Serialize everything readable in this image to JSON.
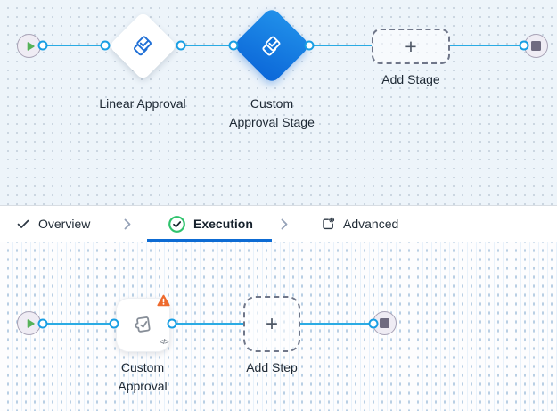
{
  "stage_canvas": {
    "nodes": [
      {
        "id": "start",
        "type": "start-node",
        "icon": "play-icon"
      },
      {
        "id": "linear-approval",
        "type": "stage-diamond",
        "icon": "stage-check-icon",
        "label": "Linear Approval",
        "selected": false
      },
      {
        "id": "custom-approval-stage",
        "type": "stage-diamond",
        "icon": "stage-check-icon",
        "label": "Custom Approval Stage",
        "selected": true
      },
      {
        "id": "add-stage",
        "type": "add-placeholder",
        "plus": "+",
        "label": "Add Stage"
      },
      {
        "id": "end",
        "type": "end-node",
        "icon": "stop-icon"
      }
    ]
  },
  "tab_bar": {
    "separator": "›",
    "tabs": [
      {
        "id": "overview",
        "label": "Overview",
        "icon": "check-icon",
        "active": false
      },
      {
        "id": "execution",
        "label": "Execution",
        "icon": "check-circle-icon",
        "active": true
      },
      {
        "id": "advanced",
        "label": "Advanced",
        "icon": "settings-square-icon",
        "active": false
      }
    ]
  },
  "step_canvas": {
    "nodes": [
      {
        "id": "start",
        "type": "start-node",
        "icon": "play-icon"
      },
      {
        "id": "custom-approval",
        "type": "step-card",
        "icon": "approval-task-icon",
        "label": "Custom Approval",
        "has_warning": true,
        "warning_icon": "warning-icon",
        "code_badge": "</>"
      },
      {
        "id": "add-step",
        "type": "add-placeholder",
        "plus": "+",
        "label": "Add Step"
      },
      {
        "id": "end",
        "type": "end-node",
        "icon": "stop-icon"
      }
    ]
  },
  "colors": {
    "connector_blue": "#2aabe4",
    "port_ring_blue": "#189ee3",
    "selected_stage_blue": "#0d6bd8",
    "tab_underline_blue": "#0d6bd3",
    "execution_green": "#2fc36d",
    "warning_orange": "#ee6a2d",
    "stage_icon_blue": "#1f6fd6",
    "canvas_top_bg": "#edf4fa",
    "canvas_bottom_bg": "#fdfdfe"
  }
}
